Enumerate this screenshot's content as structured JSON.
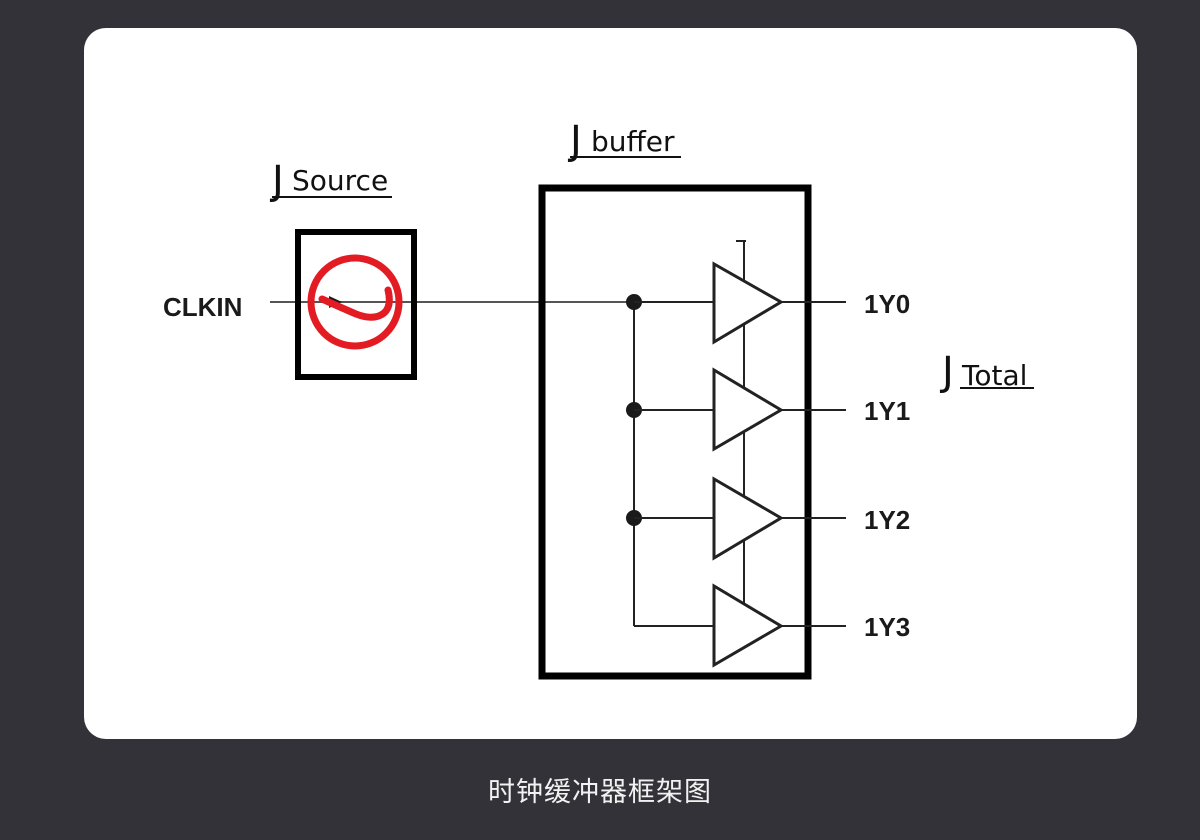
{
  "caption": "时钟缓冲器框架图",
  "diagram": {
    "input_label": "CLKIN",
    "outputs": [
      "1Y0",
      "1Y1",
      "1Y2",
      "1Y3"
    ],
    "labels": {
      "source": {
        "main": "J",
        "sub": "Source"
      },
      "buffer": {
        "main": "J",
        "sub": "buffer"
      },
      "total": {
        "main": "J",
        "sub": "Total"
      }
    }
  },
  "colors": {
    "background": "#333238",
    "card": "#ffffff",
    "line": "#1a1a1a",
    "annotation_circle": "#e31b23"
  }
}
